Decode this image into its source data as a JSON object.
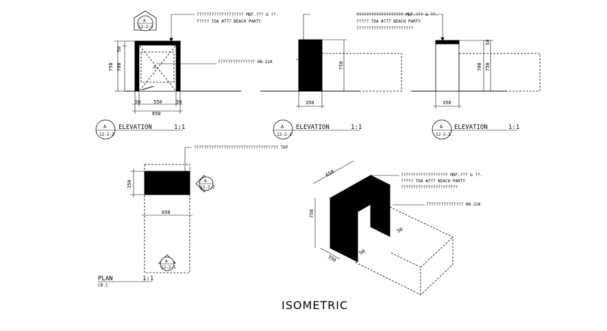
{
  "notes": {
    "mdf_line1": "??????????????????? MDF.??? & ??.",
    "mdf_line2": "????? TOA #777 BEACH PARTY",
    "hb": "??????????????? HB-22A",
    "top": "?????????????????????????????????? TOP",
    "extra": "???????????????????????"
  },
  "dims": {
    "d50": "50",
    "d700": "700",
    "d750": "750",
    "d550": "550",
    "d650": "650",
    "d350": "350"
  },
  "labels": {
    "elevation": "ELEVATION",
    "scale": "1:1",
    "plan": "PLAN",
    "plan_code": "CB-1",
    "isometric": "ISOMETRIC",
    "bubble_letter": "A",
    "bubble_code": "12-2-2",
    "bubble_code_b": "12-2-1",
    "view_mark": "A",
    "iso_50": "50"
  }
}
